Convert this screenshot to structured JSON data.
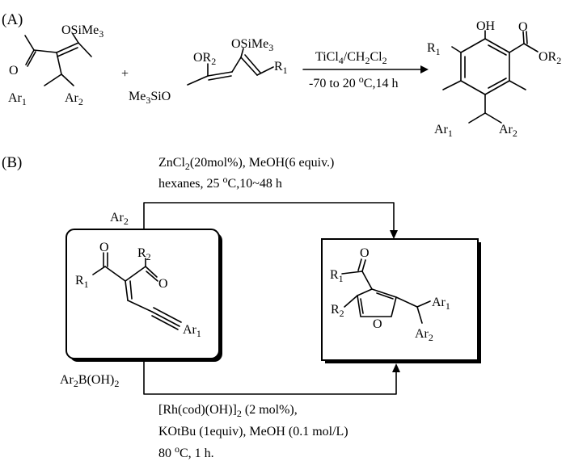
{
  "panel_a": {
    "label": "(A)",
    "plus": "+",
    "reactant1": {
      "o": "O",
      "osime3": "OSiMe",
      "sub3": "3",
      "ar1": "Ar",
      "ar1_sub": "1",
      "ar2": "Ar",
      "ar2_sub": "2"
    },
    "reactant2": {
      "or2": "OR",
      "or2_sub": "2",
      "osime3": "OSiMe",
      "osime3_sub": "3",
      "me3sio_a": "Me",
      "me3sio_sub": "3",
      "me3sio_b": "SiO",
      "r1": "R",
      "r1_sub": "1"
    },
    "conditions": {
      "line1_a": "TiCl",
      "line1_sub1": "4",
      "line1_b": "/CH",
      "line1_sub2": "2",
      "line1_c": "Cl",
      "line1_sub3": "2",
      "line2_a": "-70 to 20 ",
      "line2_sup": "o",
      "line2_b": "C,14 h"
    },
    "product": {
      "oh": "OH",
      "r1": "R",
      "r1_sub": "1",
      "o": "O",
      "or2": "OR",
      "or2_sub": "2",
      "ar1": "Ar",
      "ar1_sub": "1",
      "ar2": "Ar",
      "ar2_sub": "2"
    }
  },
  "panel_b": {
    "label": "(B)",
    "top_conditions": {
      "line1": "ZnCl₂(20mol%), MeOH(6 equiv.)",
      "line1_a": "ZnCl",
      "line1_sub": "2",
      "line1_b": "(20mol%), MeOH(6 equiv.)",
      "line2_a": "hexanes, 25 ",
      "line2_sup": "o",
      "line2_b": "C,10~48 h"
    },
    "top_reagent": {
      "a": "Ar",
      "sub": "2"
    },
    "bottom_reagent": {
      "a": "Ar",
      "sub1": "2",
      "b": "B(OH)",
      "sub2": "2"
    },
    "bottom_conditions": {
      "line1_a": "[Rh(cod)(OH)]",
      "line1_sub": "2",
      "line1_b": " (2 mol%),",
      "line2": "KOtBu (1equiv), MeOH (0.1 mol/L)",
      "line3_a": "80 ",
      "line3_sup": "o",
      "line3_b": "C, 1 h."
    },
    "substrate": {
      "o1": "O",
      "r1": "R",
      "r1_sub": "1",
      "r2": "R",
      "r2_sub": "2",
      "o2": "O",
      "ar1": "Ar",
      "ar1_sub": "1"
    },
    "furan": {
      "o_keto": "O",
      "r1": "R",
      "r1_sub": "1",
      "r2": "R",
      "r2_sub": "2",
      "o_ring": "O",
      "ar1": "Ar",
      "ar1_sub": "1",
      "ar2": "Ar",
      "ar2_sub": "2"
    }
  }
}
